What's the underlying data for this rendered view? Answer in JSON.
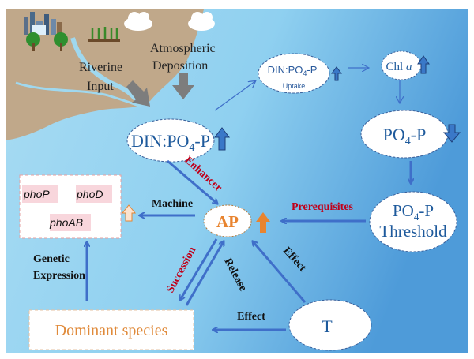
{
  "sources": {
    "riverine": [
      "Riverine",
      "Input"
    ],
    "atmospheric": [
      "Atmospheric",
      "Deposition"
    ]
  },
  "nodes": {
    "din_po4": {
      "main": "DIN:PO",
      "sub": "4",
      "tail": "-P",
      "trend": "up"
    },
    "uptake": {
      "main": "DIN:PO",
      "sub": "4",
      "tail": "-P",
      "label": "Uptake",
      "trend": "up"
    },
    "chl_a": {
      "main": "Chl ",
      "italic": "a",
      "trend": "up"
    },
    "po4": {
      "main": "PO",
      "sub": "4",
      "tail": "-P",
      "trend": "down"
    },
    "threshold": {
      "main": "PO",
      "sub": "4",
      "tail": "-P",
      "line2": "Threshold"
    },
    "ap": {
      "label": "AP",
      "trend": "up"
    },
    "t": {
      "label": "T"
    },
    "dominant": {
      "label": "Dominant species"
    },
    "genes": [
      "phoP",
      "phoD",
      "phoAB"
    ]
  },
  "edges": {
    "enhancer": "Enhancer",
    "prerequisites": "Prerequisites",
    "machine": "Machine",
    "genetic": [
      "Genetic",
      "Expression"
    ],
    "succession": "Succession",
    "release": "Release",
    "effect_ap": "Effect",
    "effect_dom": "Effect"
  },
  "colors": {
    "accent_red": "#c0001a",
    "ap_orange": "#e8842f",
    "node_text": "#1e5a9c",
    "arrow": "#3f6fc9"
  }
}
